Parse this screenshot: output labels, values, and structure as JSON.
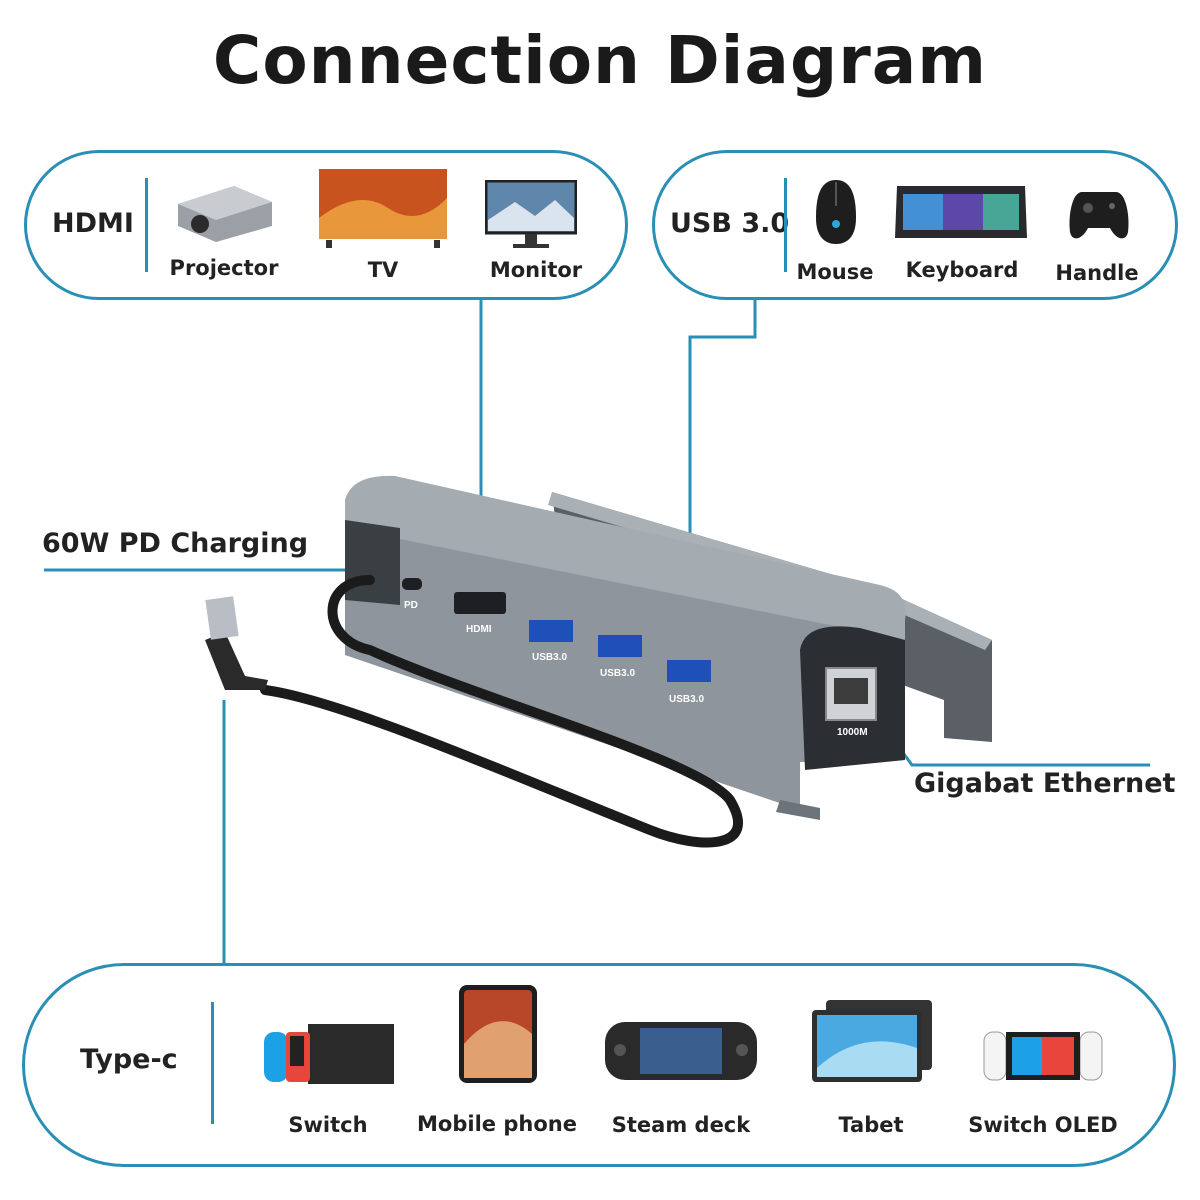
{
  "title": "Connection Diagram",
  "hdmi_group": {
    "label": "HDMI",
    "devices": [
      {
        "label": "Projector",
        "icon": "projector-icon"
      },
      {
        "label": "TV",
        "icon": "tv-icon"
      },
      {
        "label": "Monitor",
        "icon": "monitor-icon"
      }
    ]
  },
  "usb_group": {
    "label": "USB 3.0",
    "devices": [
      {
        "label": "Mouse",
        "icon": "mouse-icon"
      },
      {
        "label": "Keyboard",
        "icon": "keyboard-icon"
      },
      {
        "label": "Handle",
        "icon": "gamepad-icon"
      }
    ]
  },
  "typec_group": {
    "label": "Type-c",
    "devices": [
      {
        "label": "Switch",
        "icon": "switch-icon"
      },
      {
        "label": "Mobile phone",
        "icon": "phone-icon"
      },
      {
        "label": "Steam deck",
        "icon": "steam-deck-icon"
      },
      {
        "label": "Tabet",
        "icon": "tablet-icon"
      },
      {
        "label": "Switch OLED",
        "icon": "switch-oled-icon"
      }
    ]
  },
  "callouts": {
    "pd": "60W PD Charging",
    "ethernet": "Gigabat Ethernet"
  },
  "dock_ports": {
    "pd": "PD",
    "hdmi": "HDMI",
    "usb1": "USB3.0",
    "usb2": "USB3.0",
    "usb3": "USB3.0",
    "ethernet": "1000M"
  },
  "colors": {
    "accent": "#2a8fb5",
    "dock_body": "#8e959c",
    "dock_dark": "#3a3f44"
  }
}
